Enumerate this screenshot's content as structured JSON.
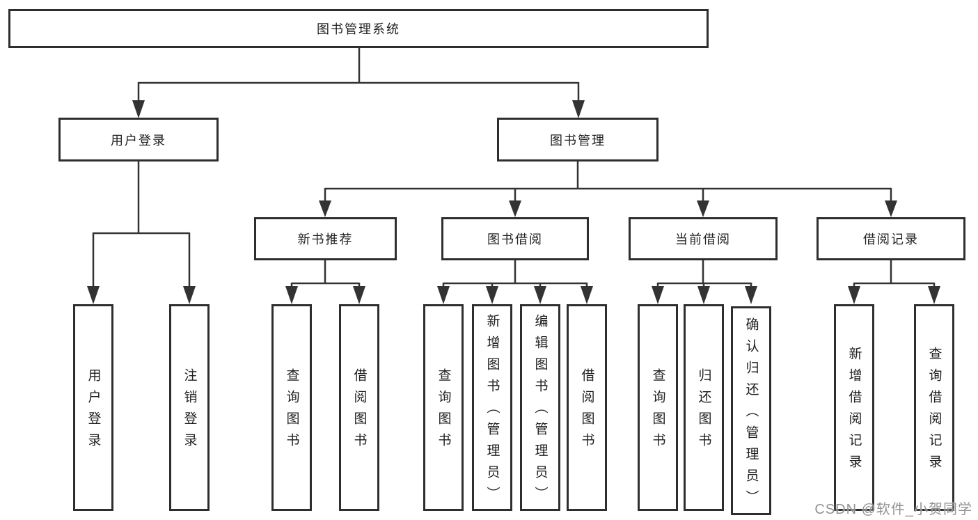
{
  "diagram_title": "图书管理系统",
  "tree": {
    "label": "图书管理系统",
    "children": [
      {
        "label": "用户登录",
        "children": [
          {
            "label": "用户登录"
          },
          {
            "label": "注销登录"
          }
        ]
      },
      {
        "label": "图书管理",
        "children": [
          {
            "label": "新书推荐",
            "children": [
              {
                "label": "查询图书"
              },
              {
                "label": "借阅图书"
              }
            ]
          },
          {
            "label": "图书借阅",
            "children": [
              {
                "label": "查询图书"
              },
              {
                "label": "新增图书（管理员）"
              },
              {
                "label": "编辑图书（管理员）"
              },
              {
                "label": "借阅图书"
              }
            ]
          },
          {
            "label": "当前借阅",
            "children": [
              {
                "label": "查询图书"
              },
              {
                "label": "归还图书"
              },
              {
                "label": "确认归还（管理员）"
              }
            ]
          },
          {
            "label": "借阅记录",
            "children": [
              {
                "label": "新增借阅记录"
              },
              {
                "label": "查询借阅记录"
              }
            ]
          }
        ]
      }
    ]
  },
  "watermark": {
    "text": "CSDN @软件_小贺同学"
  },
  "colors": {
    "line": "#333333",
    "box_border": "#2e2e2e",
    "text": "#1f1f1f",
    "watermark": "#8a8a8a",
    "background": "#ffffff"
  }
}
